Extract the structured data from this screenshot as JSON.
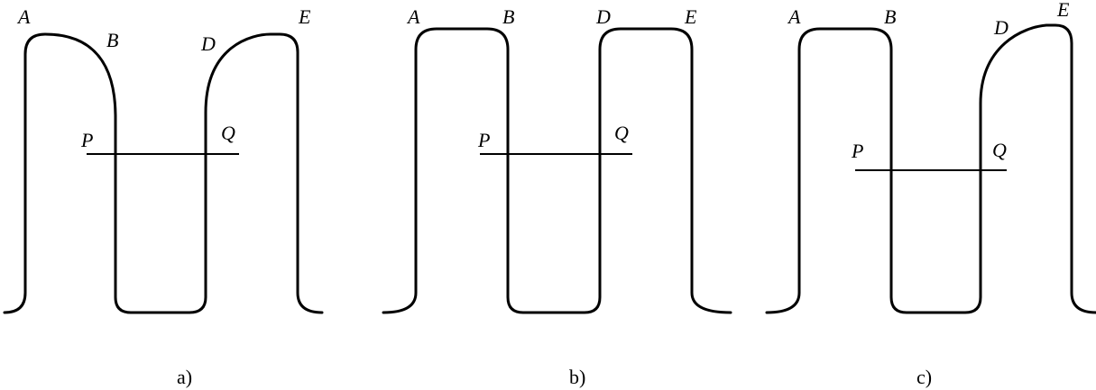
{
  "panels": [
    {
      "caption": "a)",
      "points": {
        "A": "A",
        "B": "B",
        "D": "D",
        "E": "E",
        "P": "P",
        "Q": "Q"
      }
    },
    {
      "caption": "b)",
      "points": {
        "A": "A",
        "B": "B",
        "D": "D",
        "E": "E",
        "P": "P",
        "Q": "Q"
      }
    },
    {
      "caption": "c)",
      "points": {
        "A": "A",
        "B": "B",
        "D": "D",
        "E": "E",
        "P": "P",
        "Q": "Q"
      }
    }
  ]
}
